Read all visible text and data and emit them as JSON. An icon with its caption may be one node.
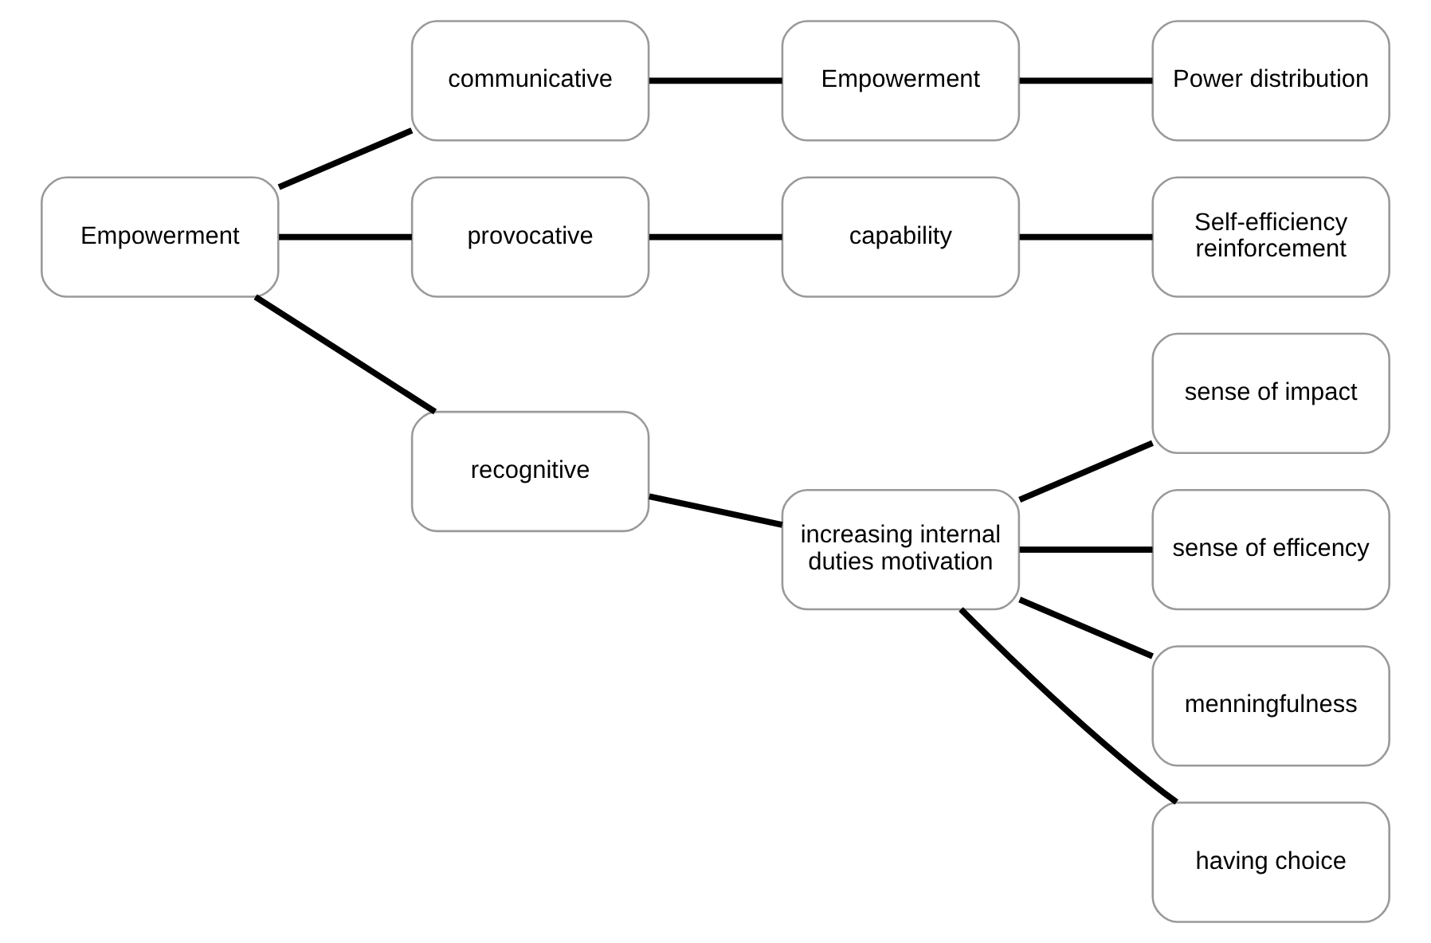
{
  "diagram": {
    "nodes": [
      {
        "text": [
          "Empowerment"
        ]
      },
      {
        "text": [
          "communicative"
        ]
      },
      {
        "text": [
          "provocative"
        ]
      },
      {
        "text": [
          "recognitive"
        ]
      },
      {
        "text": [
          "Empowerment"
        ]
      },
      {
        "text": [
          "capability"
        ]
      },
      {
        "text": [
          "increasing internal duties motivation"
        ]
      },
      {
        "text": [
          "Power distribution"
        ]
      },
      {
        "text": [
          "Self-efficiency reinforcement"
        ]
      },
      {
        "text": [
          "sense of impact"
        ]
      },
      {
        "text": [
          "sense of efficency"
        ]
      },
      {
        "text": [
          "menningfulness"
        ]
      },
      {
        "text": [
          "having choice"
        ]
      }
    ],
    "edges": [
      {
        "from": 0,
        "to": 1,
        "arrow": "none"
      },
      {
        "from": 0,
        "to": 2,
        "arrow": "none"
      },
      {
        "from": 0,
        "to": 3,
        "arrow": "none"
      },
      {
        "from": 1,
        "to": 4,
        "arrow": "none"
      },
      {
        "from": 2,
        "to": 5,
        "arrow": "none"
      },
      {
        "from": 3,
        "to": 6,
        "arrow": "none"
      },
      {
        "from": 4,
        "to": 7,
        "arrow": "none"
      },
      {
        "from": 5,
        "to": 8,
        "arrow": "none"
      },
      {
        "from": 6,
        "to": 9,
        "arrow": "none"
      },
      {
        "from": 6,
        "to": 10,
        "arrow": "none"
      },
      {
        "from": 6,
        "to": 11,
        "arrow": "none"
      },
      {
        "from": 6,
        "to": 12,
        "arrow": "none"
      }
    ]
  }
}
